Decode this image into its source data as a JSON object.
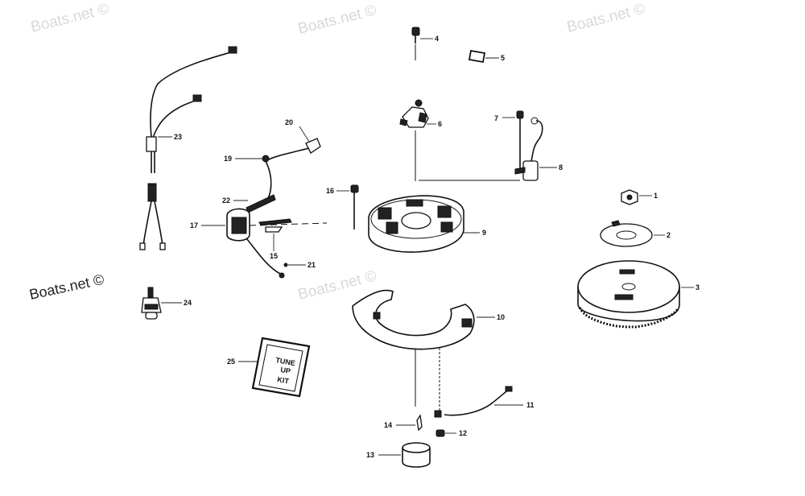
{
  "watermarks": [
    "Boats.net ©",
    "Boats.net ©",
    "Boats.net ©",
    "Boats.net ©"
  ],
  "brand_watermark": "Boats.net ©",
  "tune_up_kit_text": [
    "TUNE",
    "UP",
    "KIT"
  ],
  "callouts": {
    "c1": "1",
    "c2": "2",
    "c3": "3",
    "c4": "4",
    "c5": "5",
    "c6": "6",
    "c7": "7",
    "c8": "8",
    "c9": "9",
    "c10": "10",
    "c11": "11",
    "c12": "12",
    "c13": "13",
    "c14": "14",
    "c15": "15",
    "c16": "16",
    "c17": "17",
    "c19": "19",
    "c20": "20",
    "c21": "21",
    "c22": "22",
    "c23": "23",
    "c24": "24",
    "c25": "25"
  }
}
